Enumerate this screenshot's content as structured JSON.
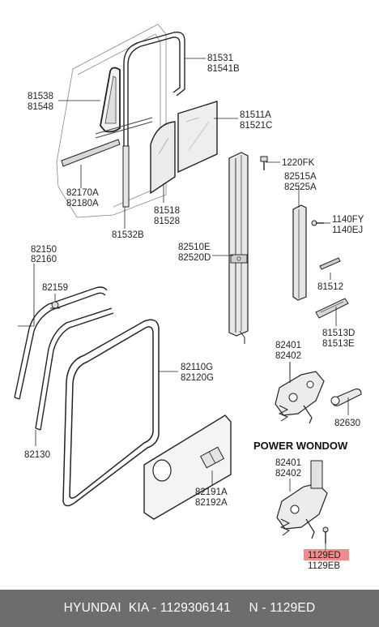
{
  "heading": "POWER WONDOW",
  "highlight_color": "#f28b8b",
  "footer": {
    "brand": "HYUNDAI  KIA - 1129306141",
    "code": "N - 1129ED"
  },
  "callouts": {
    "c81531": "81531",
    "c81541B": "81541B",
    "c81538": "81538",
    "c81548": "81548",
    "c81511A": "81511A",
    "c81521C": "81521C",
    "c1220FK": "1220FK",
    "c82515A": "82515A",
    "c82525A": "82525A",
    "c82170A": "82170A",
    "c82180A": "82180A",
    "c81518": "81518",
    "c81528": "81528",
    "c81532B": "81532B",
    "c1140FY": "1140FY",
    "c1140EJ": "1140EJ",
    "c82150": "82150",
    "c82160": "82160",
    "c82510E": "82510E",
    "c82520D": "82520D",
    "c82159": "82159",
    "c81512": "81512",
    "c81513D": "81513D",
    "c81513E": "81513E",
    "c82401a": "82401",
    "c82402a": "82402",
    "c82110G": "82110G",
    "c82120G": "82120G",
    "c82630": "82630",
    "c82130": "82130",
    "c82401b": "82401",
    "c82402b": "82402",
    "c82191A": "82191A",
    "c82192A": "82192A",
    "c1129ED": "1129ED",
    "c1129EB": "1129EB"
  }
}
